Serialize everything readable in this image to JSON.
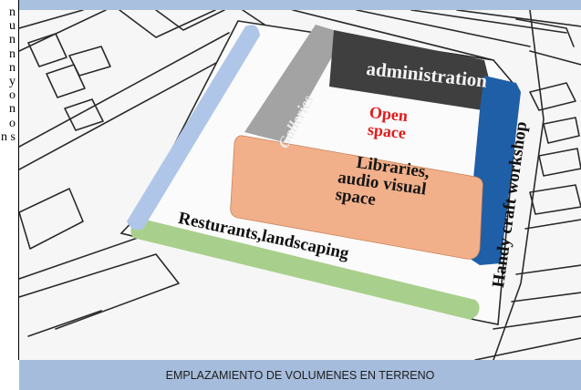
{
  "left_margin_text": "n u n n n y o n o n s",
  "diagram": {
    "zones": {
      "administration": "administration",
      "galleries": "Galleries",
      "open_space_line1": "Open",
      "open_space_line2": "space",
      "libraries_line1": "Libraries,",
      "libraries_line2": "audio visual",
      "libraries_line3": "space",
      "restaurants": "Resturants,landscaping",
      "handy_craft": "Handy craft workshop"
    },
    "colors": {
      "administration": "#3f3f3f",
      "galleries": "#a3a3a3",
      "open_space_text": "#e11b1b",
      "libraries": "#f2b08a",
      "restaurants_strip": "#a8d08c",
      "left_strip": "#afc6e8",
      "handy_craft": "#1f5fa8",
      "banner": "#a6bcdc"
    }
  },
  "footer": {
    "caption": "EMPLAZAMIENTO DE VOLUMENES EN TERRENO"
  }
}
